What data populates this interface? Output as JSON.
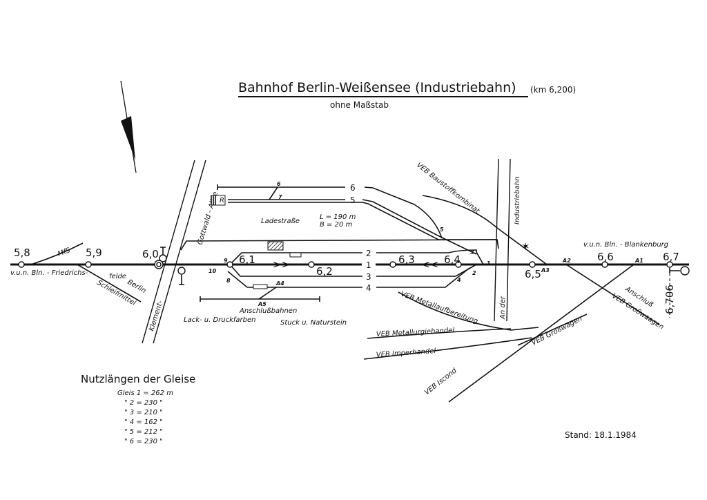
{
  "header": {
    "title": "Bahnhof Berlin-Weißensee (Industriebahn)",
    "km": "(km 6,200)",
    "scale_note": "ohne Maßstab"
  },
  "stand": "Stand:  18.1.1984",
  "stations": [
    "5,8",
    "5,9",
    "6,0",
    "6,1",
    "6,2",
    "6,3",
    "6,4",
    "6,5",
    "6,6",
    "6,7"
  ],
  "end_km": "6,706",
  "tracks": [
    "1",
    "2",
    "3",
    "4",
    "5",
    "6"
  ],
  "switches": [
    "1",
    "2",
    "3",
    "4",
    "5",
    "6",
    "7",
    "8",
    "9",
    "10",
    "A1",
    "A2",
    "A3",
    "A4",
    "A5"
  ],
  "annotations": {
    "west": "v.u.n. Bln. - Friedrichs-",
    "west2": "felde",
    "mfs": "MfS",
    "berlin": "Berlin",
    "schleifmittel": "Schleifmittel",
    "east": "v.u.n. Bln. - Blankenburg",
    "road1a": "Gottwald - Allee",
    "road1b": "Klement-",
    "road2a": "Industriebahn",
    "road2b": "An der",
    "ladestrasse": "Ladestraße",
    "ladestrasse_l": "L = 190 m",
    "ladestrasse_b": "B =  20 m",
    "rampe": "R",
    "anschlussbahnen": "Anschlußbahnen",
    "lack": "Lack- u. Druckfarben",
    "stuck": "Stuck u. Naturstein",
    "baustoff": "VEB Baustoffkombinat",
    "metallauf": "VEB Metallaufbereitung",
    "metallurgie": "VEB Metallurgiehandel",
    "imperhandel": "VEB Imperhandel",
    "iscond": "VEB Iscond",
    "grosswagen": "VEB Großwagen",
    "anschluss": "Anschluß",
    "anschluss2": "VEB Großwaagen"
  },
  "usable_lengths": {
    "heading": "Nutzlängen der Gleise",
    "rows": [
      "Gleis  1 = 262 m",
      "\"   2 = 230 \"",
      "\"   3 = 210 \"",
      "\"   4 = 162 \"",
      "\"   5 = 212 \"",
      "\"   6 = 230 \""
    ]
  }
}
